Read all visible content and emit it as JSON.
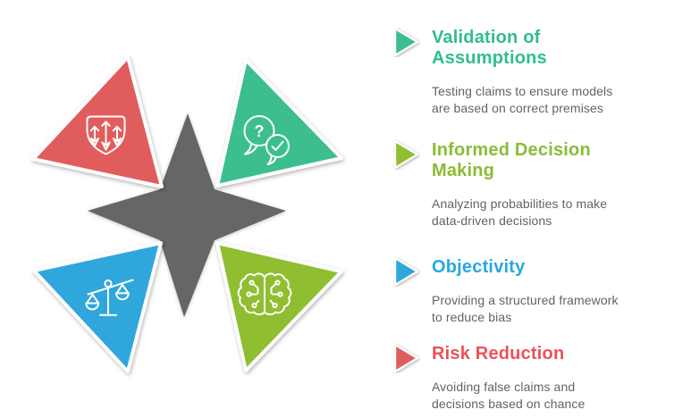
{
  "colors": {
    "background": "#FFFFFF",
    "gray_center": "#666666",
    "red": "#E15D5D",
    "green": "#3CBE8E",
    "blue": "#2FA7DC",
    "olive": "#8FBE30",
    "red_text": "#EC5157",
    "green_text": "#2FBE8C",
    "blue_text": "#29A8E0",
    "olive_text": "#8CBB35",
    "desc_text": "#636363",
    "icon_stroke": "#FFFFFF"
  },
  "diagram": {
    "center_shape": "four-arrow-cross",
    "question_mark": "?",
    "triangles": [
      {
        "position": "top-left",
        "color": "red",
        "icon": "shield-arrows-icon",
        "legend_match": "Risk Reduction"
      },
      {
        "position": "top-right",
        "color": "green",
        "icon": "chat-question-check-icon",
        "legend_match": "Validation of Assumptions"
      },
      {
        "position": "bottom-left",
        "color": "blue",
        "icon": "balance-scale-icon",
        "legend_match": "Objectivity"
      },
      {
        "position": "bottom-right",
        "color": "olive",
        "icon": "brain-circuit-icon",
        "legend_match": "Informed Decision Making"
      }
    ]
  },
  "legend": {
    "items": [
      {
        "title": "Validation of\nAssumptions",
        "description": "Testing claims to ensure models\nare based on correct premises",
        "color": "green"
      },
      {
        "title": "Informed Decision\nMaking",
        "description": "Analyzing probabilities to make\ndata-driven decisions",
        "color": "olive"
      },
      {
        "title": "Objectivity",
        "description": "Providing a structured framework\nto reduce bias",
        "color": "blue"
      },
      {
        "title": "Risk Reduction",
        "description": "Avoiding false claims and\ndecisions based on chance",
        "color": "red"
      }
    ]
  }
}
